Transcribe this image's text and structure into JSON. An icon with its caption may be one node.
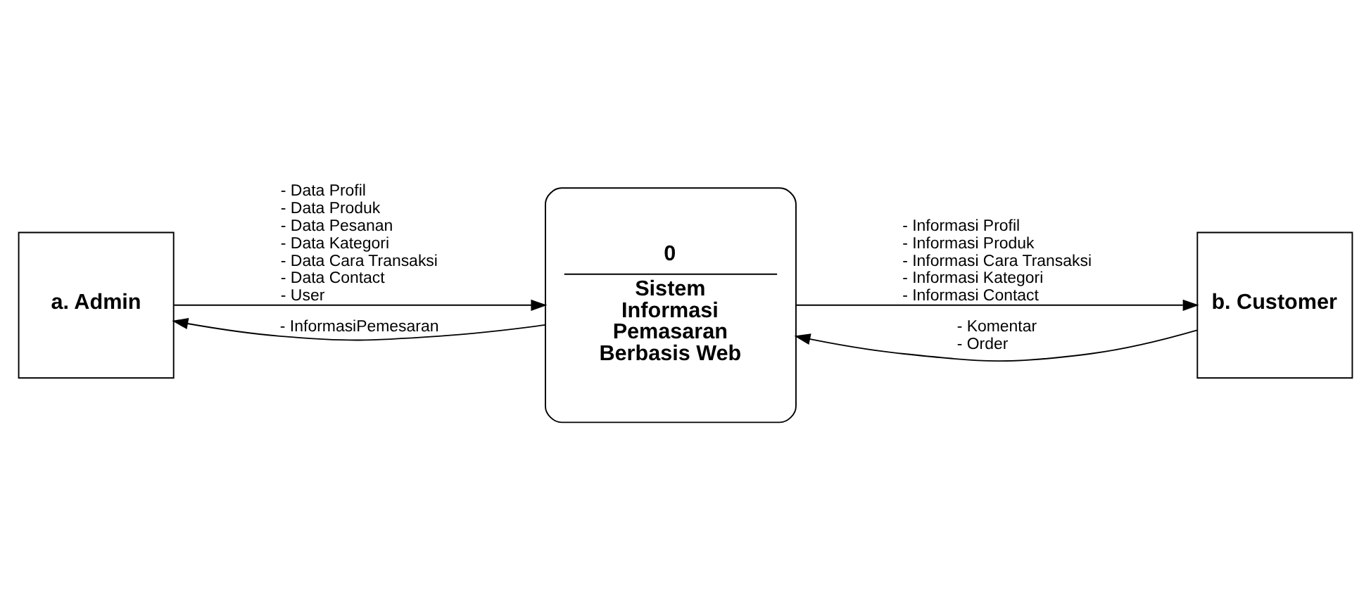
{
  "diagram": {
    "nodes": [
      {
        "text": [
          "a. Admin"
        ]
      },
      {
        "text": [
          "0",
          "Sistem Informasi Pemasaran Berbasis Web"
        ]
      },
      {
        "text": [
          "b. Customer"
        ]
      }
    ],
    "edges": [
      {
        "from": 0,
        "to": 1,
        "arrow": "to",
        "label": "- Data Profil - Data Produk - Data Pesanan - Data Kategori - Data Cara Transaksi - Data Contact - User"
      },
      {
        "from": 1,
        "to": 2,
        "arrow": "to",
        "label": "- Informasi Profil - Informasi Produk - Informasi Cara Transaksi - Informasi Kategori - Informasi Contact"
      },
      {
        "from": 1,
        "to": 0,
        "arrow": "to",
        "label": "- InformasiPemesaran"
      },
      {
        "from": 2,
        "to": 1,
        "arrow": "to",
        "label": "- Komentar - Order"
      }
    ]
  }
}
